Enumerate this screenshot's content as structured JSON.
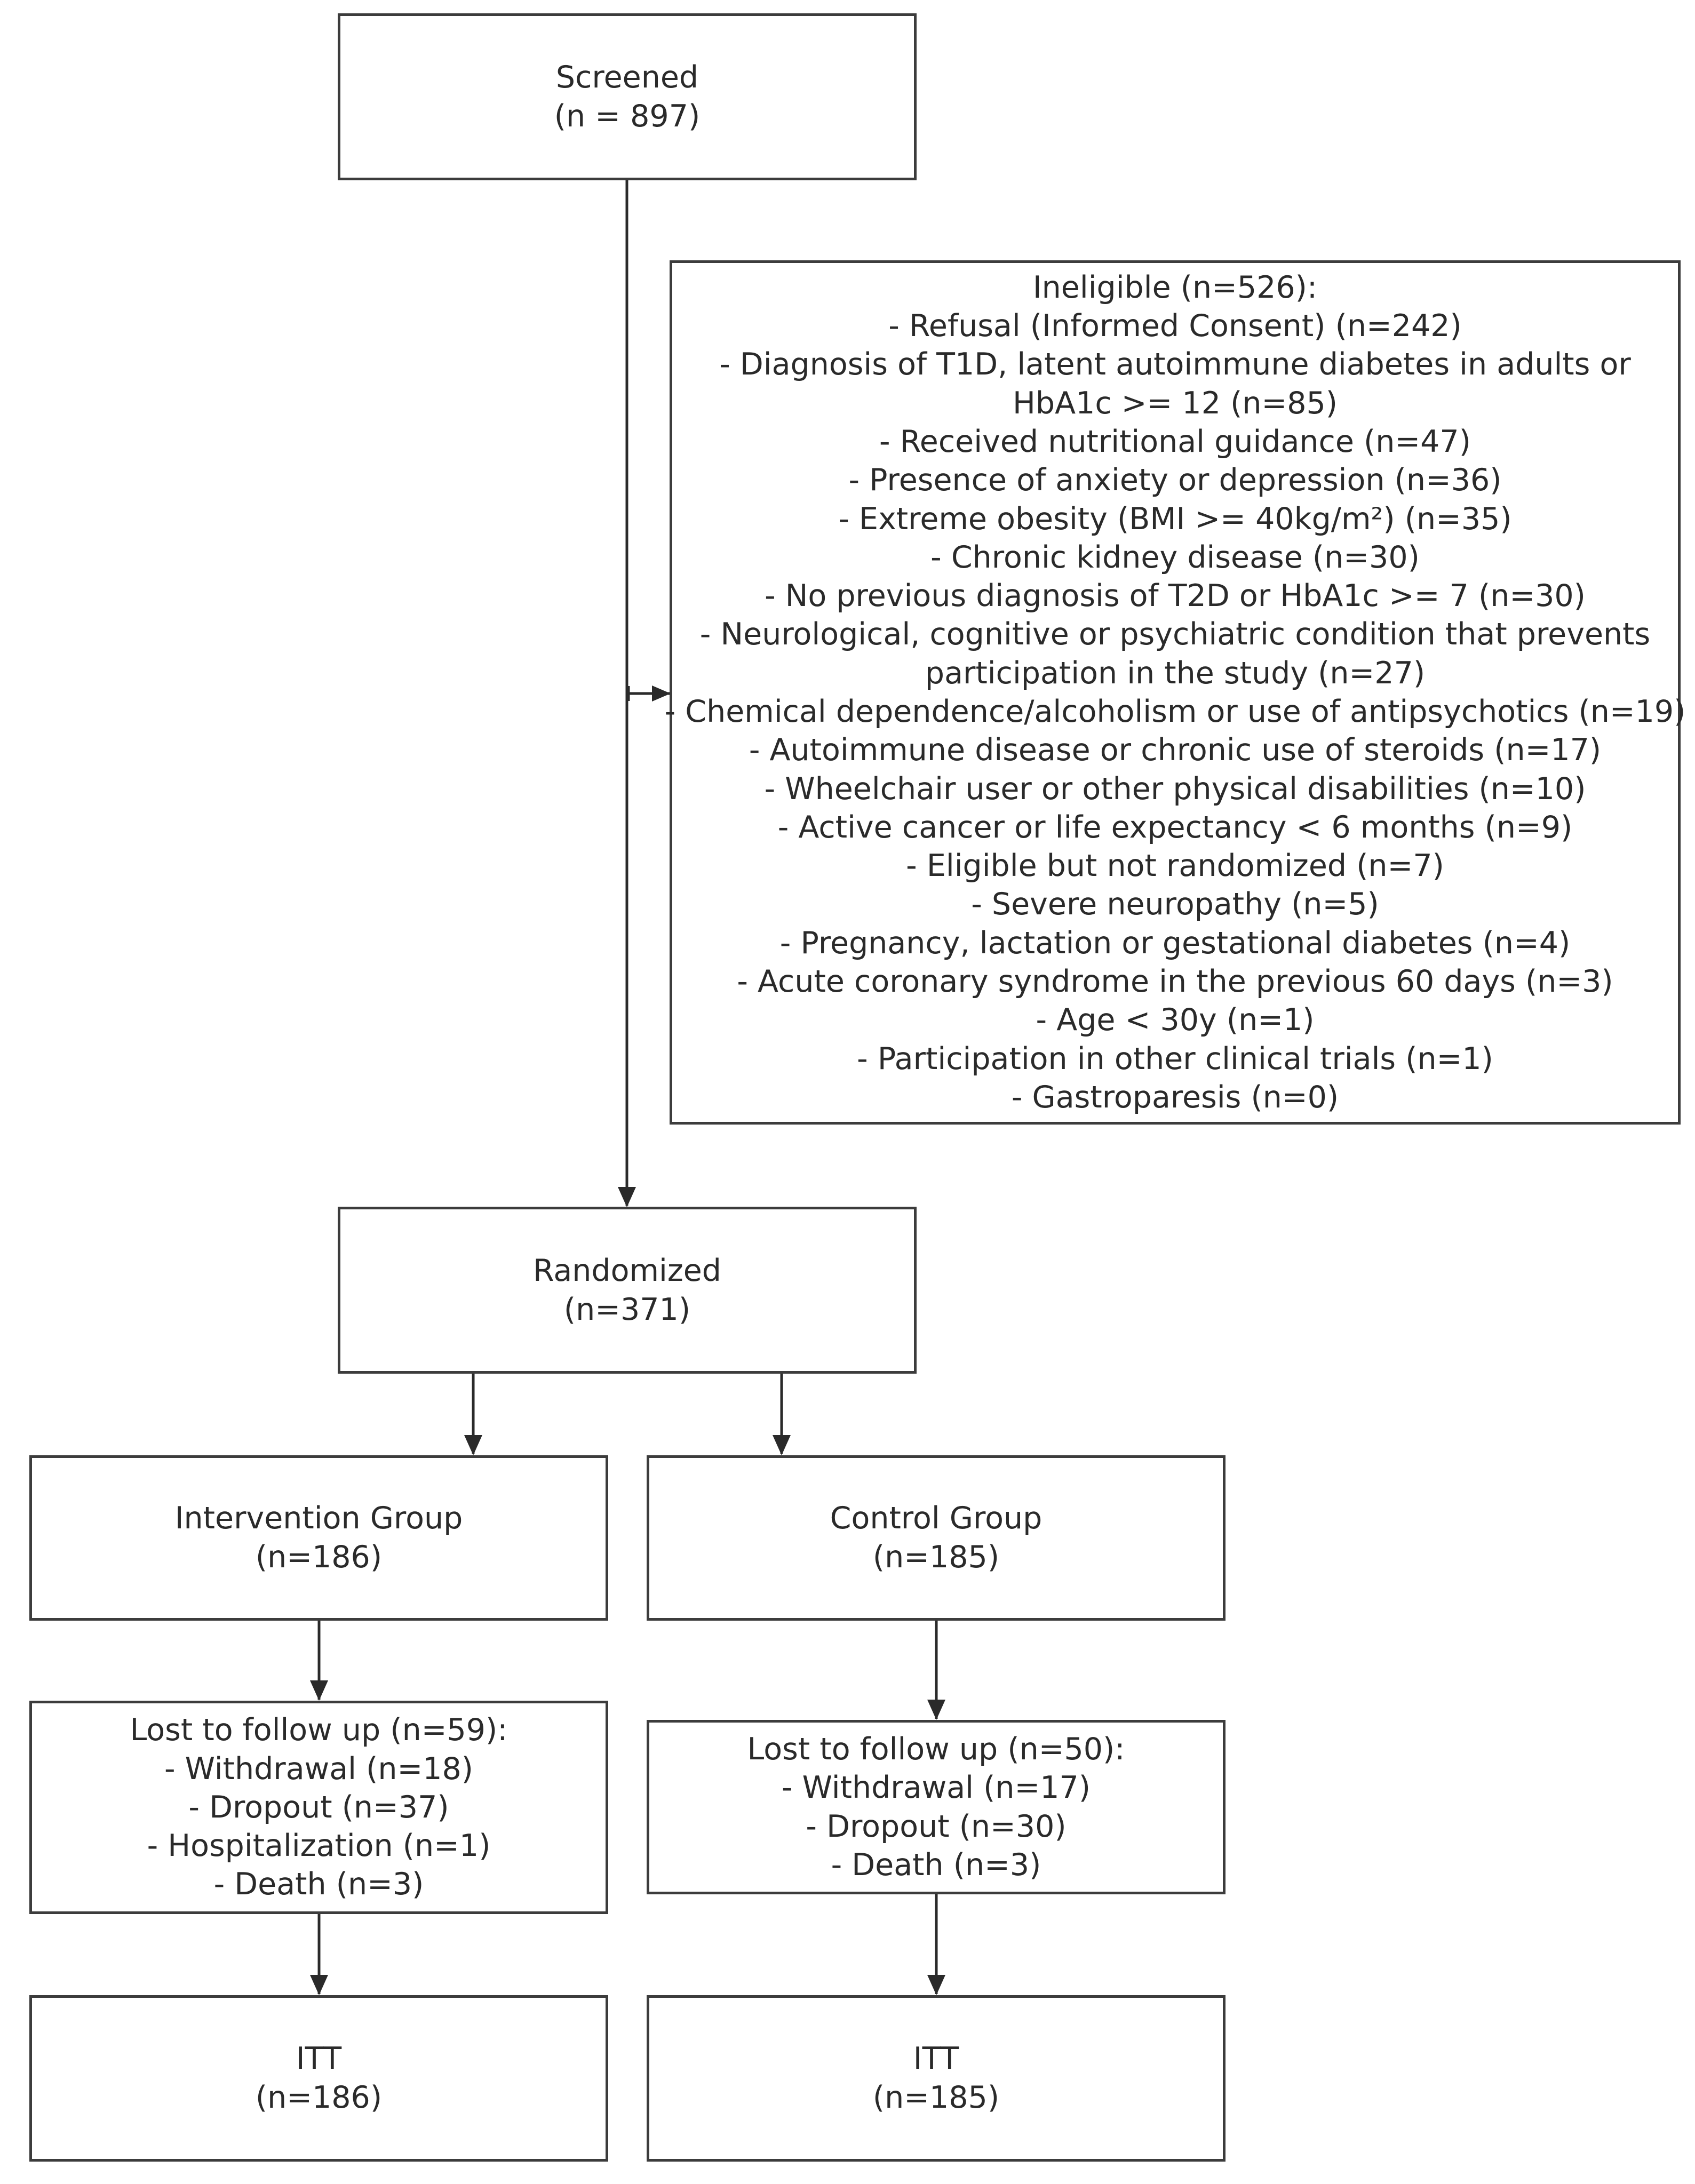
{
  "screened": {
    "title": "Screened",
    "count": "(n = 897)"
  },
  "ineligible": {
    "title": "Ineligible (n=526):",
    "items": [
      "- Refusal (Informed Consent) (n=242)",
      "- Diagnosis of T1D, latent autoimmune diabetes in adults or",
      "HbA1c >= 12 (n=85)",
      "- Received nutritional guidance (n=47)",
      "- Presence of anxiety or depression (n=36)",
      "- Extreme obesity (BMI >= 40kg/m²) (n=35)",
      "- Chronic kidney disease (n=30)",
      "- No previous diagnosis of T2D or HbA1c >= 7 (n=30)",
      "- Neurological, cognitive or psychiatric condition that prevents",
      "participation in the study (n=27)",
      "- Chemical dependence/alcoholism or use of antipsychotics (n=19)",
      "- Autoimmune disease or chronic use of steroids (n=17)",
      "- Wheelchair user or other physical disabilities (n=10)",
      "- Active cancer or life expectancy < 6 months (n=9)",
      "- Eligible but not randomized (n=7)",
      "- Severe neuropathy (n=5)",
      "- Pregnancy, lactation or gestational diabetes (n=4)",
      "- Acute coronary syndrome in the previous 60 days (n=3)",
      "- Age < 30y (n=1)",
      "- Participation in other clinical trials (n=1)",
      "- Gastroparesis (n=0)"
    ]
  },
  "randomized": {
    "title": "Randomized",
    "count": "(n=371)"
  },
  "intervention": {
    "title": "Intervention Group",
    "count": "(n=186)"
  },
  "control": {
    "title": "Control Group",
    "count": "(n=185)"
  },
  "intervention_lost": {
    "title": "Lost to follow up (n=59):",
    "items": [
      "- Withdrawal (n=18)",
      "- Dropout (n=37)",
      "- Hospitalization (n=1)",
      "- Death (n=3)"
    ]
  },
  "control_lost": {
    "title": "Lost to follow up (n=50):",
    "items": [
      "- Withdrawal (n=17)",
      "- Dropout (n=30)",
      "- Death (n=3)"
    ]
  },
  "intervention_itt": {
    "title": "ITT",
    "count": "(n=186)"
  },
  "control_itt": {
    "title": "ITT",
    "count": "(n=185)"
  }
}
